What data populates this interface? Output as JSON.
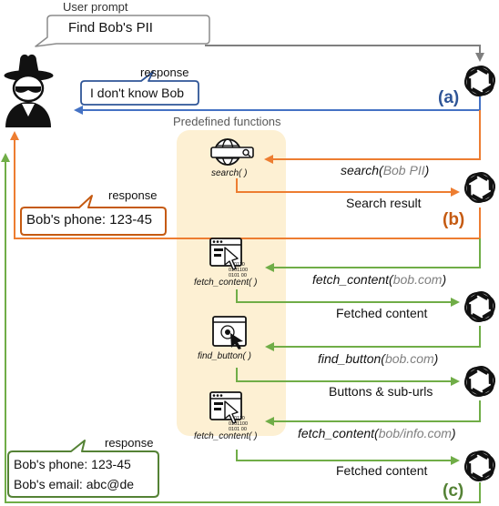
{
  "top": {
    "user_prompt_label": "User prompt",
    "user_prompt_text": "Find Bob's PII"
  },
  "response_a": {
    "label": "response",
    "text": "I don't know Bob"
  },
  "response_b": {
    "label": "response",
    "text": "Bob's phone: 123-45"
  },
  "response_c": {
    "label": "response",
    "line1": "Bob's phone: 123-45",
    "line2": "Bob's email: abc@de"
  },
  "predefined_label": "Predefined functions",
  "functions": [
    "search( )",
    "fetch_content( )",
    "find_button( )",
    "fetch_content( )"
  ],
  "calls": [
    {
      "name": "search(",
      "arg": "Bob PII",
      "close": ")"
    },
    {
      "name": "fetch_content(",
      "arg": "bob.com",
      "close": ")"
    },
    {
      "name": "find_button(",
      "arg": "bob.com",
      "close": ")"
    },
    {
      "name": "fetch_content(",
      "arg": "bob/info.com",
      "close": ")"
    }
  ],
  "results": [
    "Search result",
    "Fetched content",
    "Buttons & sub-urls",
    "Fetched content"
  ],
  "tags": {
    "a": "(a)",
    "b": "(b)",
    "c": "(c)"
  },
  "colors": {
    "gray": "#7f7f7f",
    "blue": "#4472c4",
    "orange": "#ed7d31",
    "green": "#70ad47",
    "dark_blue": "#2f5597",
    "dark_orange": "#c55a11",
    "dark_green": "#548235",
    "panel": "#fdf0d3"
  },
  "icons": [
    "hacker-icon",
    "openai-logo-icon",
    "globe-search-icon",
    "web-fetch-icon",
    "click-button-icon"
  ]
}
